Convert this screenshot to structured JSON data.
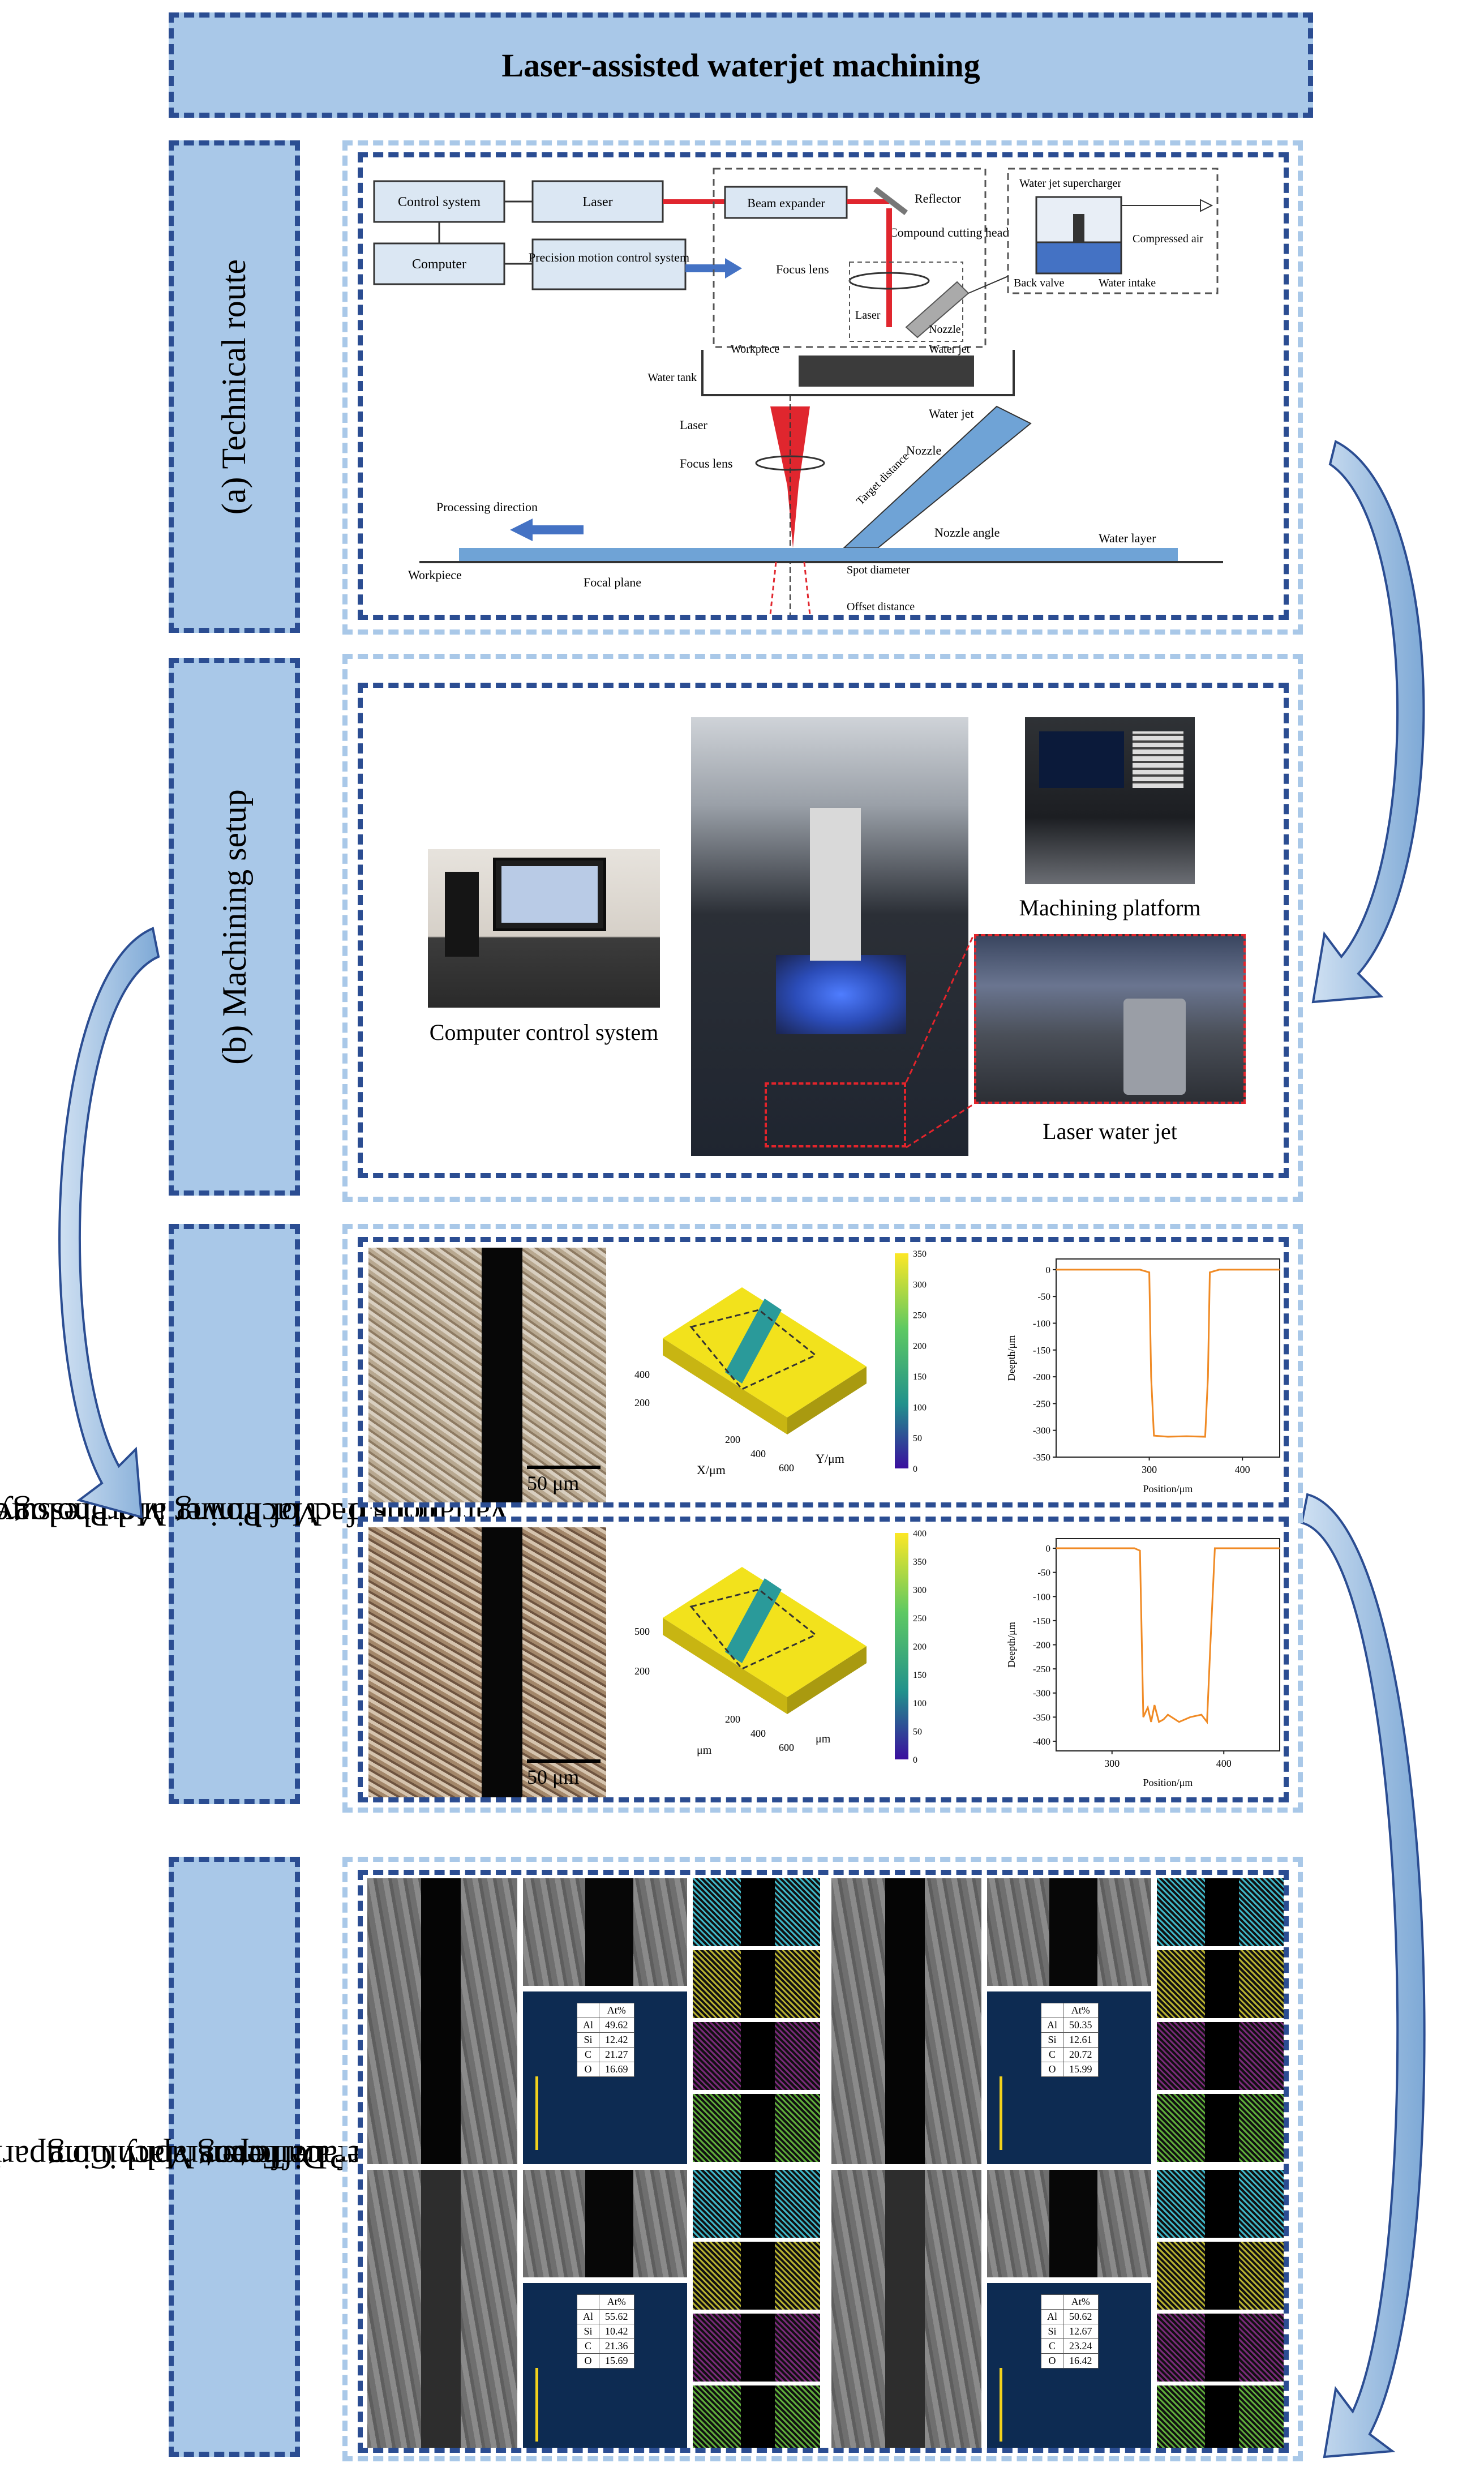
{
  "title": "Laser-assisted waterjet machining",
  "panels": {
    "a": {
      "label": "(a) Technical route"
    },
    "b": {
      "label": "(b) Machining setup"
    },
    "c": {
      "label_line1": "(c) Effect of Power and Pressure",
      "label_line2": "Variations on Machining Morphology"
    },
    "d": {
      "label_line1": "(d) Surface Topography Comparison",
      "label_line2": "Under Different Machining",
      "label_line3": "Parameters"
    }
  },
  "diagram_a": {
    "control_system": "Control system",
    "laser": "Laser",
    "computer": "Computer",
    "precision_motion": "Precision motion control system",
    "beam_expander": "Beam expander",
    "reflector": "Reflector",
    "compound_cutting_head": "Compound cutting head",
    "focus_lens": "Focus lens",
    "laser_inner": "Laser",
    "nozzle": "Nozzle",
    "workpiece": "Workpiece",
    "water_jet": "Water jet",
    "water_tank": "Water tank",
    "water_jet_supercharger": "Water jet supercharger",
    "compressed_air": "Compressed air",
    "back_valve": "Back valve",
    "water_intake": "Water intake",
    "lower_laser": "Laser",
    "lower_focus_lens": "Focus lens",
    "lower_water_jet": "Water jet",
    "lower_nozzle": "Nozzle",
    "target_distance": "Target distance",
    "nozzle_angle": "Nozzle angle",
    "processing_direction": "Processing direction",
    "water_layer": "Water layer",
    "lower_workpiece": "Workpiece",
    "focal_plane": "Focal plane",
    "spot_diameter": "Spot diameter",
    "offset_distance": "Offset distance"
  },
  "setup_b": {
    "computer_caption": "Computer control system",
    "platform_caption": "Machining  platform",
    "jet_caption": "Laser water jet"
  },
  "morph_c": {
    "scale_bar": "50 μm",
    "rows": [
      {
        "surface_x_label": "X/μm",
        "surface_y_label": "Y/μm",
        "surface_ticks_x": [
          "200",
          "400",
          "600"
        ],
        "surface_ticks_y": [
          "400",
          "200"
        ],
        "colorbar_ticks": [
          "350",
          "300",
          "250",
          "200",
          "150",
          "100",
          "50",
          "0"
        ]
      },
      {
        "surface_x_label": "μm",
        "surface_y_label": "μm",
        "surface_ticks_x": [
          "200",
          "400",
          "600"
        ],
        "surface_ticks_y": [
          "500",
          "200"
        ],
        "colorbar_ticks": [
          "400",
          "350",
          "300",
          "250",
          "200",
          "150",
          "100",
          "50",
          "0"
        ]
      }
    ]
  },
  "chart_data": [
    {
      "type": "line",
      "xlabel": "Position/μm",
      "ylabel": "Deepth/μm",
      "xlim": [
        200,
        440
      ],
      "ylim": [
        -350,
        20
      ],
      "xticks": [
        "300",
        "400"
      ],
      "yticks": [
        "0",
        "-50",
        "-100",
        "-150",
        "-200",
        "-250",
        "-300",
        "-350"
      ],
      "color": "#f08a24",
      "x": [
        200,
        290,
        300,
        302,
        305,
        320,
        340,
        360,
        363,
        365,
        375,
        440
      ],
      "y": [
        0,
        0,
        -5,
        -200,
        -310,
        -312,
        -311,
        -312,
        -200,
        -5,
        0,
        0
      ]
    },
    {
      "type": "line",
      "xlabel": "Position/μm",
      "ylabel": "Deepth/μm",
      "xlim": [
        250,
        450
      ],
      "ylim": [
        -420,
        20
      ],
      "xticks": [
        "300",
        "400"
      ],
      "yticks": [
        "0",
        "-50",
        "-100",
        "-150",
        "-200",
        "-250",
        "-300",
        "-350",
        "-400"
      ],
      "color": "#f08a24",
      "x": [
        250,
        320,
        325,
        328,
        332,
        335,
        338,
        342,
        346,
        350,
        360,
        370,
        380,
        385,
        388,
        392,
        450
      ],
      "y": [
        0,
        0,
        -5,
        -350,
        -330,
        -360,
        -325,
        -360,
        -355,
        -345,
        -360,
        -350,
        -345,
        -360,
        -200,
        0,
        0
      ]
    }
  ],
  "eds_d": {
    "header": "At%",
    "tables": [
      {
        "rows": [
          [
            "Al",
            "49.62"
          ],
          [
            "Si",
            "12.42"
          ],
          [
            "C",
            "21.27"
          ],
          [
            "O",
            "16.69"
          ]
        ]
      },
      {
        "rows": [
          [
            "Al",
            "50.35"
          ],
          [
            "Si",
            "12.61"
          ],
          [
            "C",
            "20.72"
          ],
          [
            "O",
            "15.99"
          ]
        ]
      },
      {
        "rows": [
          [
            "Al",
            "55.62"
          ],
          [
            "Si",
            "10.42"
          ],
          [
            "C",
            "21.36"
          ],
          [
            "O",
            "15.69"
          ]
        ]
      },
      {
        "rows": [
          [
            "Al",
            "50.62"
          ],
          [
            "Si",
            "12.67"
          ],
          [
            "C",
            "23.24"
          ],
          [
            "O",
            "16.42"
          ]
        ]
      }
    ]
  },
  "colors": {
    "label_fill": "#a9c8e8",
    "dash_dark": "#2b4d92",
    "dash_light": "#a9c8e8",
    "laser_red": "#e0262e",
    "water_blue": "#6fa3d6",
    "box_fill": "#dbe7f3"
  }
}
